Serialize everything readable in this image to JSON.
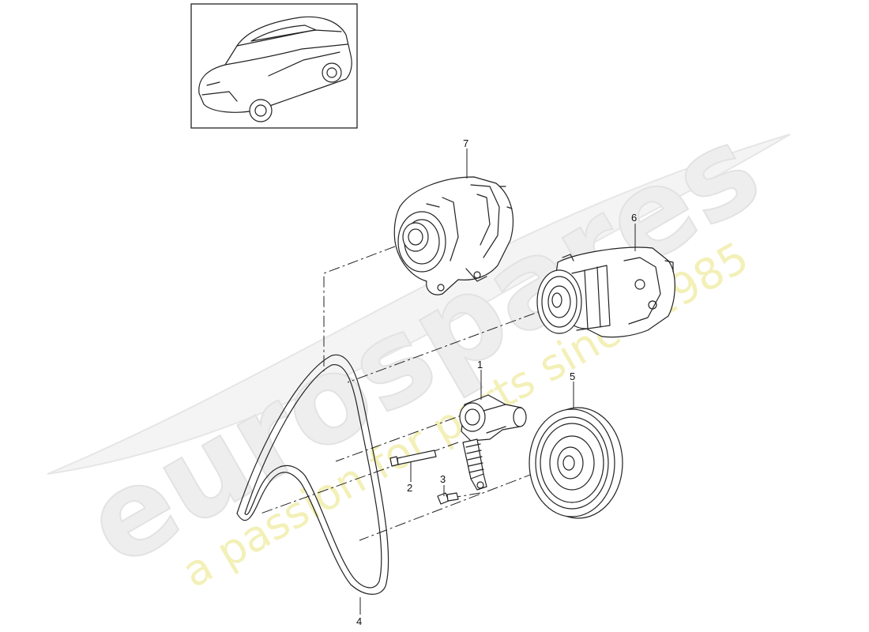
{
  "watermark": {
    "brand": "eurospares",
    "tagline": "a passion for parts since 1985"
  },
  "callouts": [
    {
      "id": "1",
      "label": "1"
    },
    {
      "id": "2",
      "label": "2"
    },
    {
      "id": "3",
      "label": "3"
    },
    {
      "id": "4",
      "label": "4"
    },
    {
      "id": "5",
      "label": "5"
    },
    {
      "id": "6",
      "label": "6"
    },
    {
      "id": "7",
      "label": "7"
    }
  ],
  "colors": {
    "line": "#222222",
    "watermark_gray": "#eeeeee",
    "watermark_yellow": "#f3f0b8"
  }
}
